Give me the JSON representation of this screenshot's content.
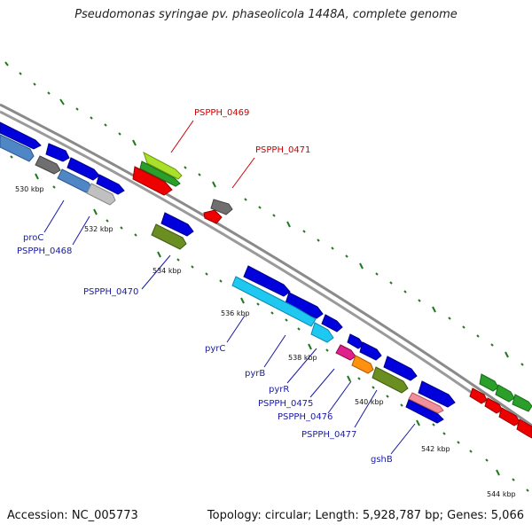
{
  "title": "Pseudomonas syringae pv. phaseolicola 1448A, complete genome",
  "footer": {
    "accession": "Accession: NC_005773",
    "summary": "Topology: circular; Length: 5,928,787 bp; Genes: 5,066"
  },
  "colors": {
    "backbone": "#8a8a8a",
    "tick": "#1e7a1e",
    "label_blue": "#1a1aa6",
    "label_red": "#cc0000"
  },
  "scale_labels": [
    "530 kbp",
    "532 kbp",
    "534 kbp",
    "536 kbp",
    "538 kbp",
    "540 kbp",
    "542 kbp",
    "544 kbp"
  ],
  "gene_labels_top": [
    "PSPPH_0469",
    "PSPPH_0471"
  ],
  "gene_labels_bottom": [
    "proC",
    "PSPPH_0468",
    "PSPPH_0470",
    "pyrC",
    "pyrB",
    "pyrR",
    "PSPPH_0475",
    "PSPPH_0476",
    "PSPPH_0477",
    "gshB"
  ],
  "features": [
    {
      "name": "gene-blue",
      "color": "#0000dd"
    },
    {
      "name": "gene-steel",
      "color": "#4f86c6"
    },
    {
      "name": "gene-gray",
      "color": "#6f6f6f"
    },
    {
      "name": "gene-lightgray",
      "color": "#c0c0c0"
    },
    {
      "name": "gene-lime",
      "color": "#aae02a"
    },
    {
      "name": "gene-green",
      "color": "#2aa02a"
    },
    {
      "name": "gene-red",
      "color": "#ee0000"
    },
    {
      "name": "gene-olive",
      "color": "#6b8e23"
    },
    {
      "name": "gene-cyan",
      "color": "#1ec8f0"
    },
    {
      "name": "gene-magenta",
      "color": "#e0208a"
    },
    {
      "name": "gene-orange",
      "color": "#ff9010"
    },
    {
      "name": "gene-salmon",
      "color": "#f0909a"
    }
  ]
}
